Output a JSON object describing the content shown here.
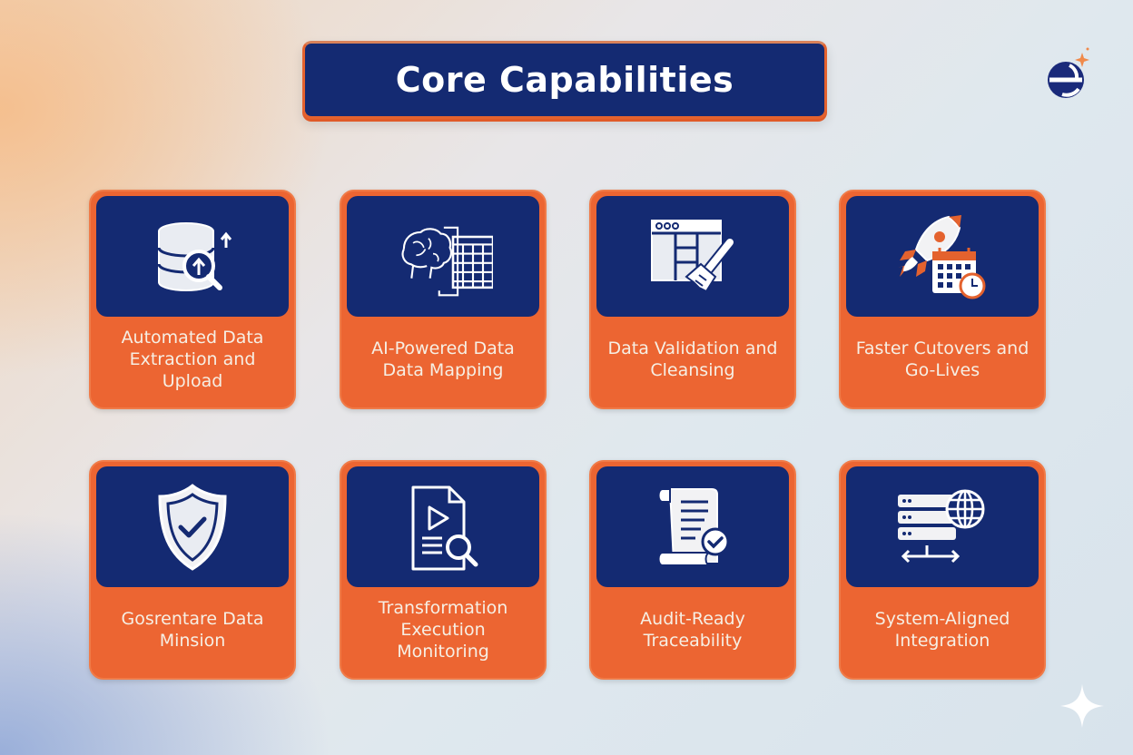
{
  "header": {
    "title": "Core Capabilities"
  },
  "logo": {
    "icon": "brand-e-globe-logo-icon",
    "primary_color": "#1a2a7a",
    "accent_color": "#f08a4b"
  },
  "colors": {
    "navy": "#142a72",
    "orange": "#ec6532",
    "label_text": "#f6efe4",
    "background_start": "#f0d7bf",
    "background_end": "#d8e3ec"
  },
  "cards": [
    {
      "label": "Automated Data Extraction and Upload",
      "icon": "database-search-upload-icon"
    },
    {
      "label": "AI-Powered Data Data Mapping",
      "icon": "brain-table-mapping-icon"
    },
    {
      "label": "Data Validation and Cleansing",
      "icon": "window-brush-cleanse-icon"
    },
    {
      "label": "Faster Cutovers and Go-Lives",
      "icon": "rocket-calendar-clock-icon"
    },
    {
      "label": "Gosrentare Data Minsion",
      "icon": "shield-check-icon"
    },
    {
      "label": "Transformation Execution Monitoring",
      "icon": "document-play-search-icon"
    },
    {
      "label": "Audit-Ready Traceability",
      "icon": "scroll-check-icon"
    },
    {
      "label": "System-Aligned Integration",
      "icon": "server-globe-arrows-icon"
    }
  ],
  "corner_decoration": {
    "icon": "sparkle-icon"
  }
}
